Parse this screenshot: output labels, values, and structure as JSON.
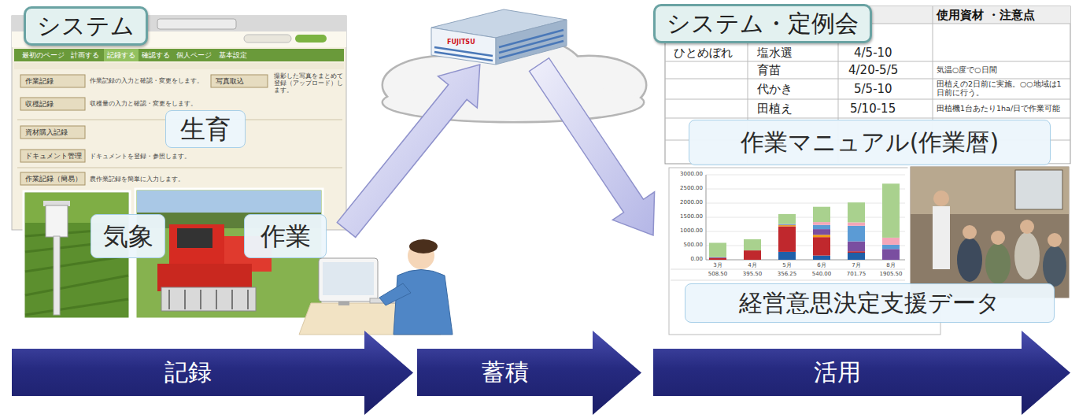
{
  "diagram": {
    "nodes": [
      {
        "text": [
          "システム"
        ]
      },
      {
        "text": [
          "生育"
        ],
        "in": 0
      },
      {
        "text": [
          "気象"
        ]
      },
      {
        "text": [
          "作業"
        ]
      },
      {
        "text": [
          "FUJITSU"
        ]
      },
      {
        "text": [
          "システム・定例会"
        ]
      },
      {
        "text": [
          "作業マニュアル(作業暦)"
        ],
        "in": 5
      },
      {
        "text": [
          "経営意思決定支援データ"
        ],
        "in": 5
      },
      {
        "text": [
          "記録"
        ]
      },
      {
        "text": [
          "蓄積"
        ]
      },
      {
        "text": [
          "活用"
        ]
      }
    ],
    "edges": [
      {
        "from": 0,
        "to": 4,
        "arrow": "to"
      },
      {
        "from": 4,
        "to": 5,
        "arrow": "to"
      }
    ],
    "labels": [
      "最初のページ",
      "計画する",
      "記録する",
      "確認する",
      "個人ページ",
      "基本設定",
      "作業記録",
      "作業記録の入力と確認・変更をします。",
      "写真取込",
      "撮影した写真をまとめて登録（アップロード）します。",
      "収穫記録",
      "収穫量の入力と確認・変更をします。",
      "資材購入記録",
      "ドキュメント管理",
      "ドキュメントを登録・参照します。",
      "作業記録（簡易）",
      "農作業記録を簡単に入力します。",
      "使用資材 ・注意点",
      "ひとめぼれ",
      "塩水選",
      "4/5-10",
      "育苗",
      "4/20-5/5",
      "気温○度で○日間",
      "代かき",
      "5/5-10",
      "田植えの2日前に実施。○○地域は1日前に行う。",
      "田植え",
      "5/10-15",
      "田植機1台あたり1ha/日で作業可能",
      "3000.00",
      "2500.00",
      "2000.00",
      "1500.00",
      "1000.00",
      "500.00",
      "0.00",
      "3月",
      "4月",
      "5月",
      "6月",
      "7月",
      "8月",
      "508.50",
      "395.50",
      "356.25",
      "540.00",
      "701.75",
      "1905.50"
    ]
  }
}
